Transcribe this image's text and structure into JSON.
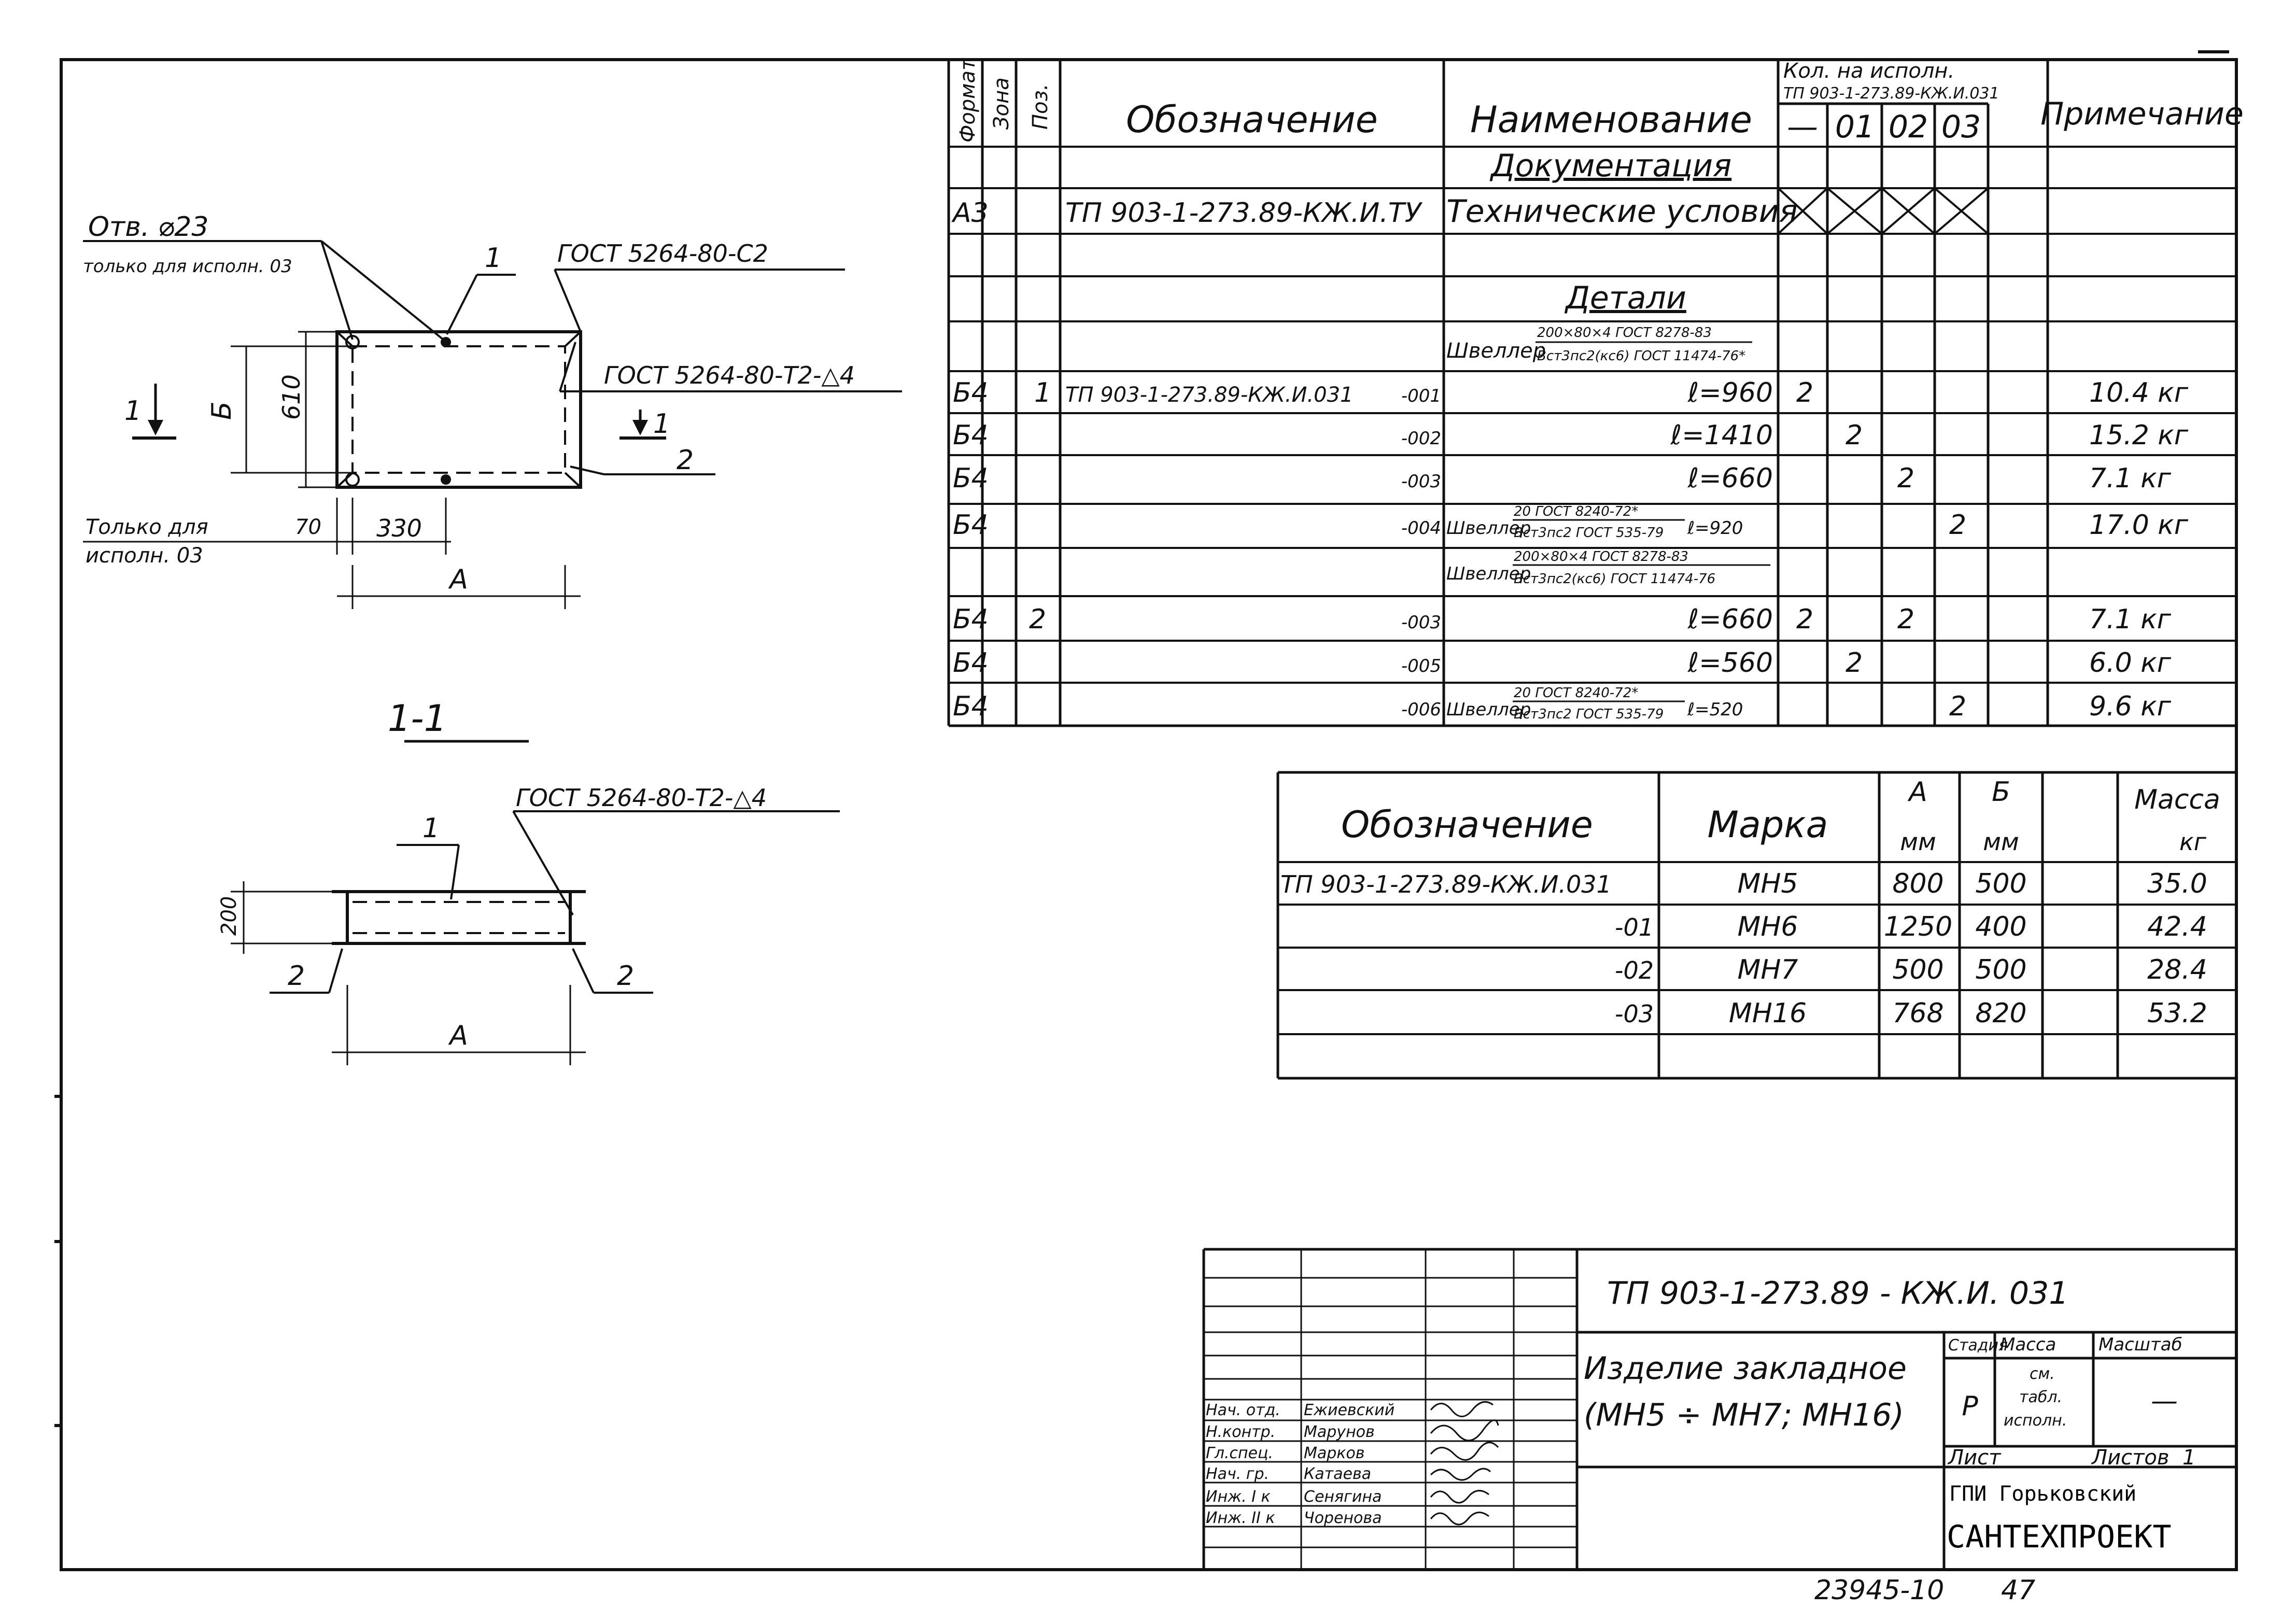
{
  "spec": {
    "headers": {
      "format": "Формат",
      "zone": "Зона",
      "pos": "Поз.",
      "designation": "Обозначение",
      "name": "Наименование",
      "qty_title": "Кол. на исполн.",
      "qty_sub": "ТП 903-1-273.89-КЖ.И.031",
      "qty_cols": [
        "—",
        "01",
        "02",
        "03"
      ],
      "note": "Примечание"
    },
    "rows": [
      {
        "format": "",
        "pos": "",
        "designation": "",
        "name": "Документация",
        "q0": "",
        "q1": "",
        "q2": "",
        "q3": "",
        "note": ""
      },
      {
        "format": "А3",
        "pos": "",
        "designation": "ТП 903-1-273.89-КЖ.И.ТУ",
        "name": "Технические условия",
        "q0": "",
        "q1": "",
        "q2": "",
        "q3": "",
        "note": ""
      },
      {
        "format": "",
        "pos": "",
        "designation": "",
        "name": "",
        "q0": "",
        "q1": "",
        "q2": "",
        "q3": "",
        "note": ""
      },
      {
        "format": "",
        "pos": "",
        "designation": "",
        "name": "Детали",
        "q0": "",
        "q1": "",
        "q2": "",
        "q3": "",
        "note": ""
      },
      {
        "format": "",
        "pos": "",
        "designation": "",
        "name": "Швеллер",
        "name_frac_top": "200×80×4 ГОСТ 8278-83",
        "name_frac_bot": "Вст3пс2(кс6) ГОСТ 11474-76*",
        "q0": "",
        "q1": "",
        "q2": "",
        "q3": "",
        "note": ""
      },
      {
        "format": "Б4",
        "pos": "1",
        "designation": "ТП 903-1-273.89-КЖ.И.031",
        "suffix": "-001",
        "name": "ℓ=960",
        "q0": "2",
        "q1": "",
        "q2": "",
        "q3": "",
        "note": "10.4 кг"
      },
      {
        "format": "Б4",
        "pos": "",
        "designation": "",
        "suffix": "-002",
        "name": "ℓ=1410",
        "q0": "",
        "q1": "2",
        "q2": "",
        "q3": "",
        "note": "15.2 кг"
      },
      {
        "format": "Б4",
        "pos": "",
        "designation": "",
        "suffix": "-003",
        "name": "ℓ=660",
        "q0": "",
        "q1": "",
        "q2": "2",
        "q3": "",
        "note": "7.1 кг"
      },
      {
        "format": "Б4",
        "pos": "",
        "designation": "",
        "suffix": "-004",
        "name": "Швеллер",
        "name_frac_top": "20 ГОСТ 8240-72*",
        "name_frac_bot": "Вст3пс2 ГОСТ 535-79",
        "name_tail": "ℓ=920",
        "q0": "",
        "q1": "",
        "q2": "",
        "q3": "2",
        "note": "17.0 кг"
      },
      {
        "format": "",
        "pos": "",
        "designation": "",
        "suffix": "",
        "name": "Швеллер",
        "name_frac_top": "200×80×4 ГОСТ 8278-83",
        "name_frac_bot": "Вст3пс2(кс6) ГОСТ 11474-76",
        "q0": "",
        "q1": "",
        "q2": "",
        "q3": "",
        "note": ""
      },
      {
        "format": "Б4",
        "pos": "2",
        "designation": "",
        "suffix": "-003",
        "name": "ℓ=660",
        "q0": "2",
        "q1": "",
        "q2": "2",
        "q3": "",
        "note": "7.1 кг"
      },
      {
        "format": "Б4",
        "pos": "",
        "designation": "",
        "suffix": "-005",
        "name": "ℓ=560",
        "q0": "",
        "q1": "2",
        "q2": "",
        "q3": "",
        "note": "6.0 кг"
      },
      {
        "format": "Б4",
        "pos": "",
        "designation": "",
        "suffix": "-006",
        "name": "Швеллер",
        "name_frac_top": "20 ГОСТ 8240-72*",
        "name_frac_bot": "Вст3пс2 ГОСТ 535-79",
        "name_tail": "ℓ=520",
        "q0": "",
        "q1": "",
        "q2": "",
        "q3": "2",
        "note": "9.6 кг"
      }
    ]
  },
  "marks": {
    "headers": {
      "designation": "Обозначение",
      "mark": "Марка",
      "a": "А",
      "a_unit": "мм",
      "b": "Б",
      "b_unit": "мм",
      "mass": "Масса",
      "mass_unit": "кг"
    },
    "rows": [
      {
        "designation": "ТП 903-1-273.89-КЖ.И.031",
        "mark": "МН5",
        "a": "800",
        "b": "500",
        "mass": "35.0"
      },
      {
        "designation": "-01",
        "mark": "МН6",
        "a": "1250",
        "b": "400",
        "mass": "42.4"
      },
      {
        "designation": "-02",
        "mark": "МН7",
        "a": "500",
        "b": "500",
        "mass": "28.4"
      },
      {
        "designation": "-03",
        "mark": "МН16",
        "a": "768",
        "b": "820",
        "mass": "53.2"
      }
    ]
  },
  "drawing": {
    "hole_note": "Отв. ⌀23",
    "hole_note2": "только для исполн. 03",
    "weld_top": "ГОСТ 5264-80-С2",
    "weld_side": "ГОСТ 5264-80-Т2-△4",
    "only_for": "Только для",
    "only_for2": "исполн. 03",
    "dim_610": "610",
    "dim_b": "Б",
    "dim_70": "70",
    "dim_330": "330",
    "dim_a": "А",
    "pos1": "1",
    "pos2": "2",
    "section_mark": "1",
    "section_title": "1-1",
    "weld_section": "ГОСТ 5264-80-Т2-△4",
    "dim_200": "200",
    "dim_a2": "А"
  },
  "title_block": {
    "code": "ТП 903-1-273.89 - КЖ.И. 031",
    "title_line1": "Изделие закладное",
    "title_line2": "(МН5 ÷ МН7; МН16)",
    "stage_label": "Стадия",
    "mass_label": "Масса",
    "scale_label": "Масштаб",
    "stage": "Р",
    "mass_val1": "см.",
    "mass_val2": "табл.",
    "mass_val3": "исполн.",
    "scale_val": "—",
    "sheet_label": "Лист",
    "sheets_label": "Листов",
    "sheets_val": "1",
    "org1": "ГПИ Горьковский",
    "org2": "САНТЕХПРОЕКТ",
    "signers": [
      {
        "role": "Нач. отд.",
        "name": "Ежиевский"
      },
      {
        "role": "Н.контр.",
        "name": "Марунов"
      },
      {
        "role": "Гл.спец.",
        "name": "Марков"
      },
      {
        "role": "Нач. гр.",
        "name": "Катаева"
      },
      {
        "role": "Инж. I к",
        "name": "Сенягина"
      },
      {
        "role": "Инж. II к",
        "name": "Чоренова"
      }
    ]
  },
  "footer": {
    "doc_no": "23945-10",
    "page": "47"
  }
}
